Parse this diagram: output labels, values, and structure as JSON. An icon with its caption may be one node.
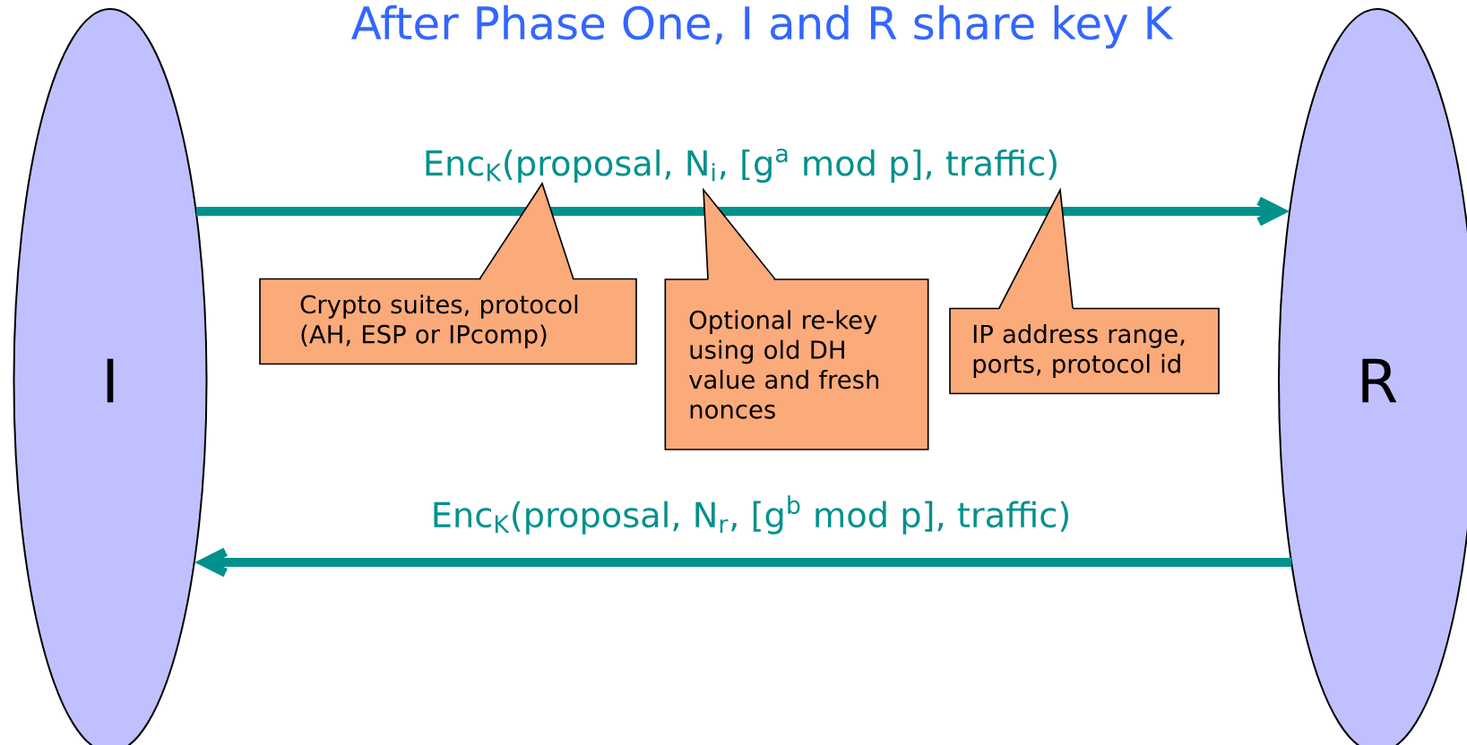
{
  "diagram": {
    "title": "After Phase One, I and R share key K",
    "nodes": [
      {
        "text": [
          "I"
        ]
      },
      {
        "text": [
          "R"
        ]
      },
      {
        "text": [
          "Crypto suites, protocol (AH, ESP or IPcomp)"
        ]
      },
      {
        "text": [
          "Optional re-key using old DH value and fresh nonces"
        ]
      },
      {
        "text": [
          "IP address range, ports, protocol id"
        ]
      }
    ],
    "edges": [
      {
        "from": 0,
        "to": 1,
        "arrow": "to",
        "label": "Enc$_{K}$(proposal, N$_{i}$, [g$^{a}$ mod p], traffic)"
      },
      {
        "from": 1,
        "to": 0,
        "arrow": "to",
        "label": "Enc$_{K}$(proposal, N$_{r}$, [g$^{b}$ mod p], traffic)"
      }
    ]
  }
}
